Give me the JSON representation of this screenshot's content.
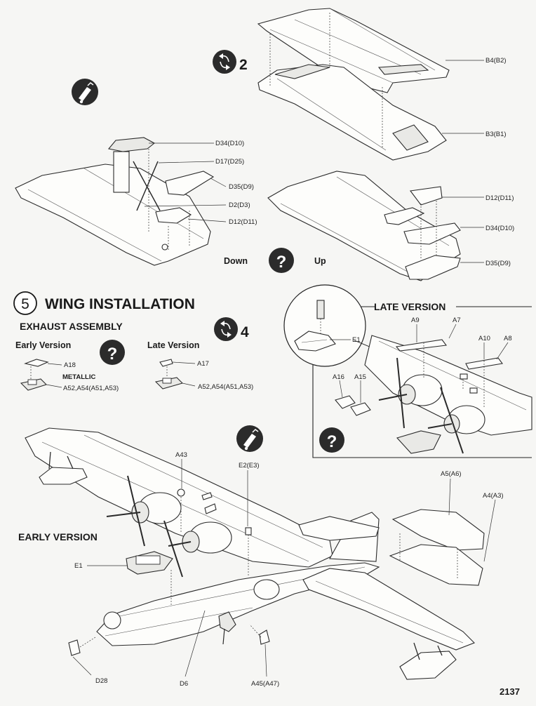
{
  "step": {
    "number": "5",
    "title": "WING INSTALLATION",
    "page_number": "2137",
    "sub_step_2": "2",
    "sub_step_4": "4"
  },
  "sections": {
    "exhaust_assembly": "EXHAUST ASSEMBLY",
    "early_version": "Early Version",
    "late_version": "Late Version",
    "metallic": "METALLIC",
    "down": "Down",
    "up": "Up",
    "late_version_caps": "LATE VERSION",
    "early_version_caps": "EARLY VERSION"
  },
  "badges": {
    "question": "?",
    "glue_icon": "glue-bottle-icon",
    "swap_icon": "rotate-arrows-icon"
  },
  "labels": {
    "b4": "B4(B2)",
    "b3": "B3(B1)",
    "d34_a": "D34(D10)",
    "d17": "D17(D25)",
    "d35_a": "D35(D9)",
    "d2": "D2(D3)",
    "d12_a": "D12(D11)",
    "d12_b": "D12(D11)",
    "d34_b": "D34(D10)",
    "d35_b": "D35(D9)",
    "a18": "A18",
    "a52_a": "A52,A54(A51,A53)",
    "a17": "A17",
    "a52_b": "A52,A54(A51,A53)",
    "e1_late": "E1",
    "a9": "A9",
    "a7": "A7",
    "a10": "A10",
    "a8": "A8",
    "a16": "A16",
    "a15": "A15",
    "a43": "A43",
    "e2": "E2(E3)",
    "a5": "A5(A6)",
    "a4": "A4(A3)",
    "e1_early": "E1",
    "d28": "D28",
    "d6": "D6",
    "a45": "A45(A47)"
  }
}
